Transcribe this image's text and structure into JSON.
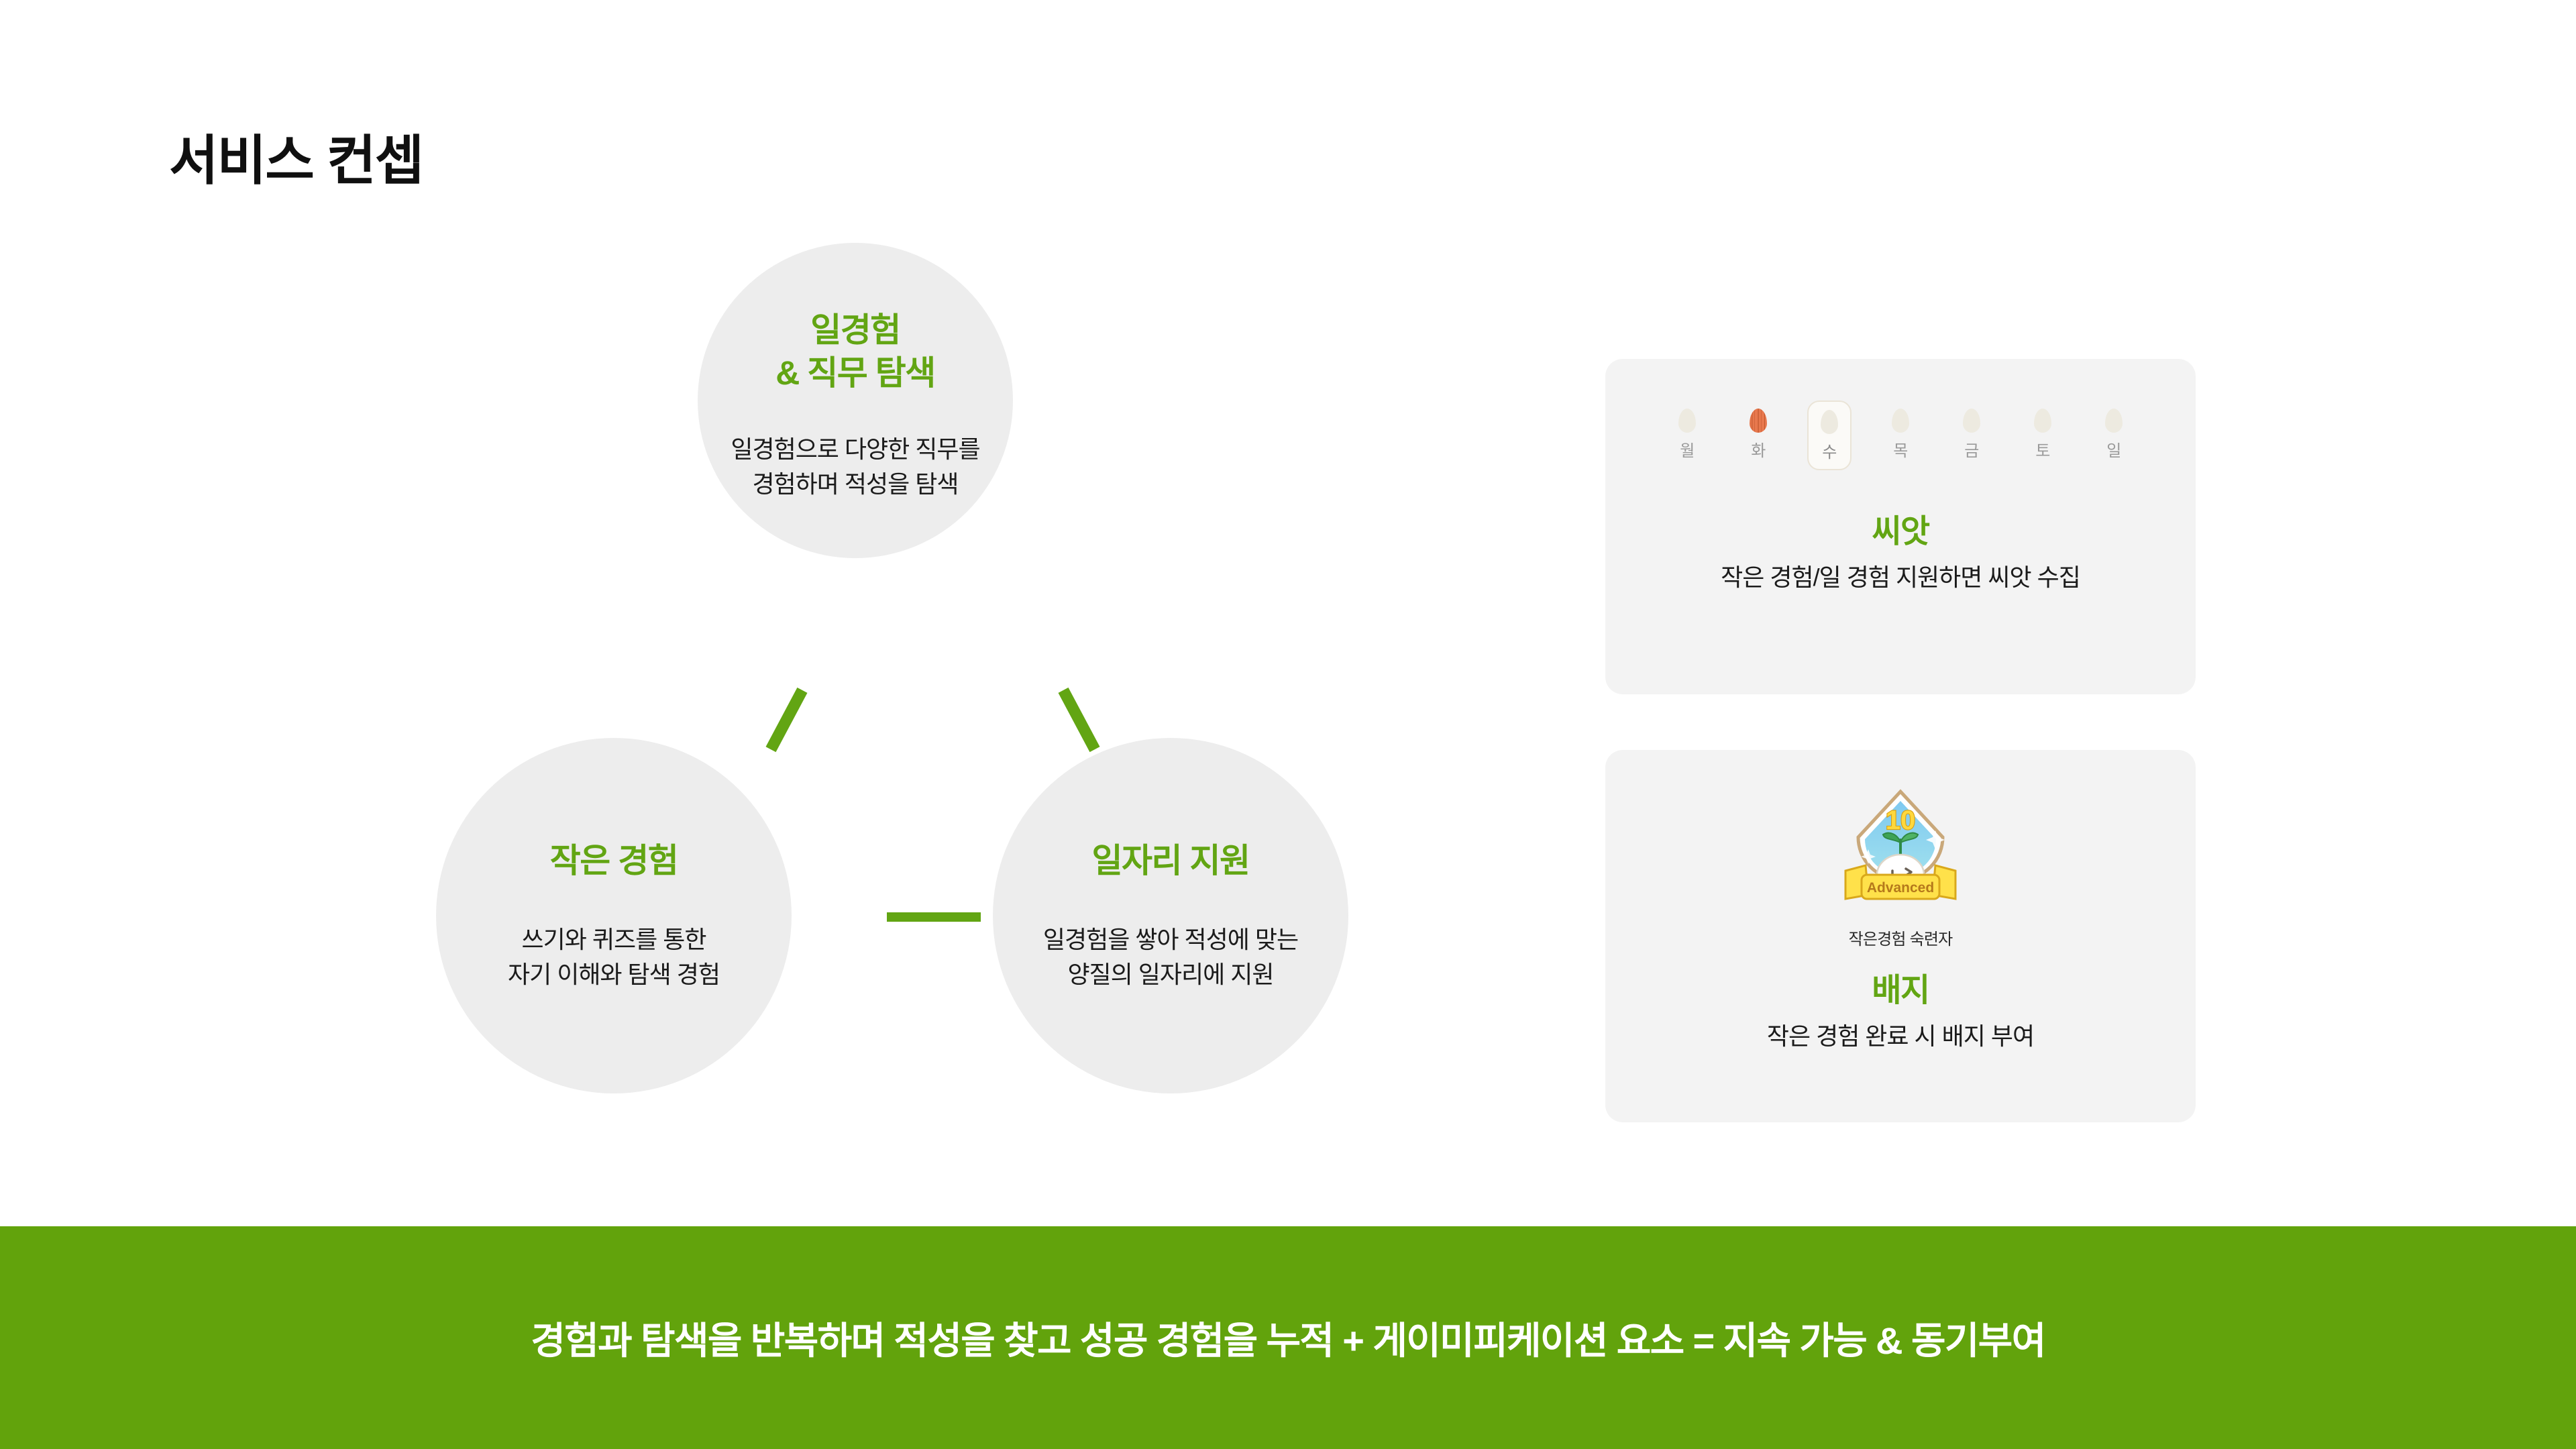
{
  "page": {
    "title": "서비스 컨셉",
    "background_color": "#FFFFFF",
    "accent_green": "#62A513",
    "banner_green": "#62A30C",
    "circle_fill": "#EDEDED",
    "card_fill": "#F3F3F3"
  },
  "concept_circles": [
    {
      "id": "work-experience",
      "title": "일경험\n& 직무 탐색",
      "description": "일경험으로 다양한 직무를\n경험하며 적성을 탐색"
    },
    {
      "id": "small-experience",
      "title": "작은 경험",
      "description": "쓰기와 퀴즈를 통한\n자기 이해와 탐색 경험"
    },
    {
      "id": "job-application",
      "title": "일자리 지원",
      "description": "일경험을 쌓아 적성에 맞는\n양질의 일자리에 지원"
    }
  ],
  "seed_card": {
    "title": "씨앗",
    "description": "작은 경험/일 경험 지원하면 씨앗 수집",
    "days": [
      {
        "label": "월",
        "state": "empty"
      },
      {
        "label": "화",
        "state": "collected"
      },
      {
        "label": "수",
        "state": "today"
      },
      {
        "label": "목",
        "state": "empty"
      },
      {
        "label": "금",
        "state": "empty"
      },
      {
        "label": "토",
        "state": "empty"
      },
      {
        "label": "일",
        "state": "empty"
      }
    ],
    "seed_empty_color": "#EDEAE0",
    "seed_filled_color": "#E8784D"
  },
  "badge_card": {
    "title": "배지",
    "description": "작은 경험 완료 시 배지 부여",
    "badge": {
      "level_number": "10",
      "ribbon_label": "Advanced",
      "caption": "작은경험 숙련자"
    }
  },
  "banner": {
    "text": "경험과 탐색을 반복하며 적성을 찾고 성공 경험을 누적 + 게이미피케이션 요소 = 지속 가능 & 동기부여"
  }
}
